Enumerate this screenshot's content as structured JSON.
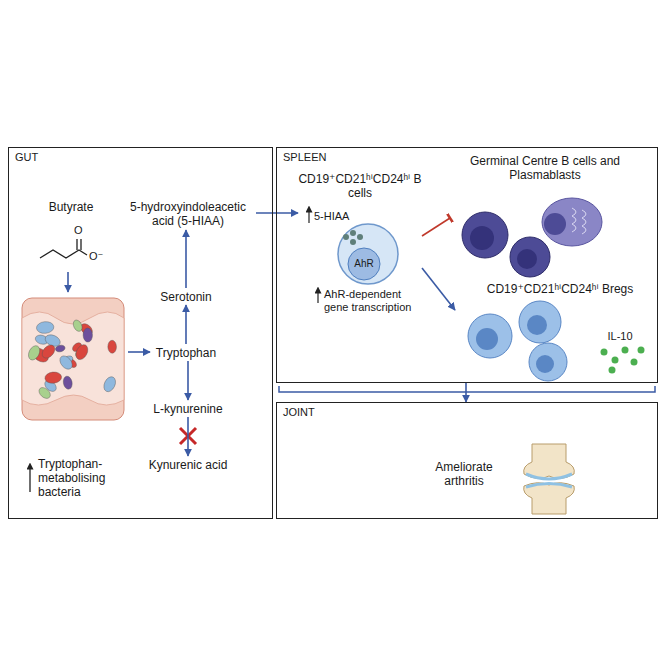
{
  "diagram": {
    "nodes": [
      {
        "text": [
          "GUT"
        ]
      },
      {
        "text": [
          "SPLEEN"
        ]
      },
      {
        "text": [
          "JOINT"
        ]
      },
      {
        "text": [
          "Butyrate"
        ],
        "in": 0
      },
      {
        "text": [
          "Tryptophan-metabolising bacteria"
        ],
        "in": 0
      },
      {
        "text": [
          "5-hydroxyindoleacetic acid (5-HIAA)"
        ],
        "in": 0
      },
      {
        "text": [
          "Serotonin"
        ],
        "in": 0
      },
      {
        "text": [
          "Tryptophan"
        ],
        "in": 0
      },
      {
        "text": [
          "L-kynurenine"
        ],
        "in": 0
      },
      {
        "text": [
          "Kynurenic acid"
        ],
        "in": 0
      },
      {
        "text": [
          "CD19⁺CD21ʰⁱCD24ʰⁱ B cells",
          "5-HIAA",
          "AhR",
          "AhR-dependent gene transcription"
        ],
        "in": 1
      },
      {
        "text": [
          "Germinal Centre B cells and Plasmablasts"
        ],
        "in": 1
      },
      {
        "text": [
          "CD19⁺CD21ʰⁱCD24ʰⁱ Bregs",
          "IL-10"
        ],
        "in": 1
      },
      {
        "text": [
          "Ameliorate arthritis"
        ],
        "in": 2
      }
    ],
    "edges": [
      {
        "from": 3,
        "to": 4,
        "arrow": "to"
      },
      {
        "from": 4,
        "to": 7,
        "arrow": "to"
      },
      {
        "from": 7,
        "to": 6,
        "arrow": "to"
      },
      {
        "from": 6,
        "to": 5,
        "arrow": "to"
      },
      {
        "from": 7,
        "to": 8,
        "arrow": "to"
      },
      {
        "from": 8,
        "to": 9,
        "arrow": "to"
      },
      {
        "from": 5,
        "to": 10,
        "arrow": "to"
      },
      {
        "from": 10,
        "to": 11,
        "arrow": "to"
      },
      {
        "from": 10,
        "to": 12,
        "arrow": "to"
      },
      {
        "from": 1,
        "to": 2,
        "arrow": "to"
      }
    ],
    "labels": [
      "O",
      "O⁻"
    ]
  }
}
